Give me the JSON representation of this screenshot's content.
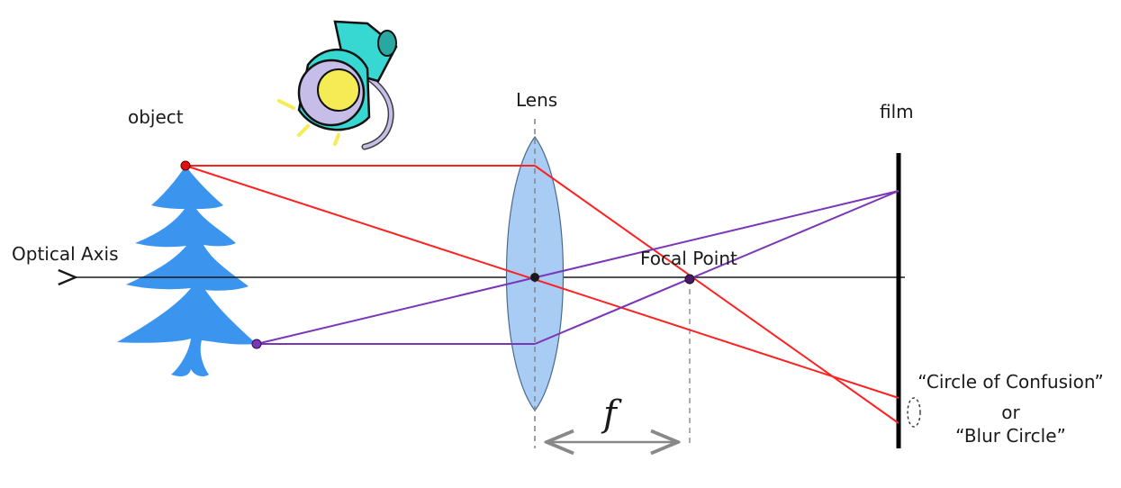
{
  "labels": {
    "lens": "Lens",
    "film": "film",
    "object": "object",
    "optical_axis": "Optical Axis",
    "focal_point": "Focal Point",
    "focal_length": "f",
    "circle_line1": "“Circle of Confusion”",
    "circle_line2": "or",
    "circle_line3": "“Blur Circle”"
  },
  "colors": {
    "red_ray": "#ff2020",
    "purple_ray": "#7a35b8",
    "lens_fill": "#a9ccf5",
    "tree_fill": "#3b95ef",
    "lamp_teal": "#38d8d2",
    "lamp_bulb": "#f5ec55",
    "lamp_shade": "#c6bde8",
    "axis": "#1a1a1a",
    "film": "#000000"
  },
  "icons": {
    "lamp": "desk-lamp-icon",
    "tree": "tree-object-icon"
  }
}
